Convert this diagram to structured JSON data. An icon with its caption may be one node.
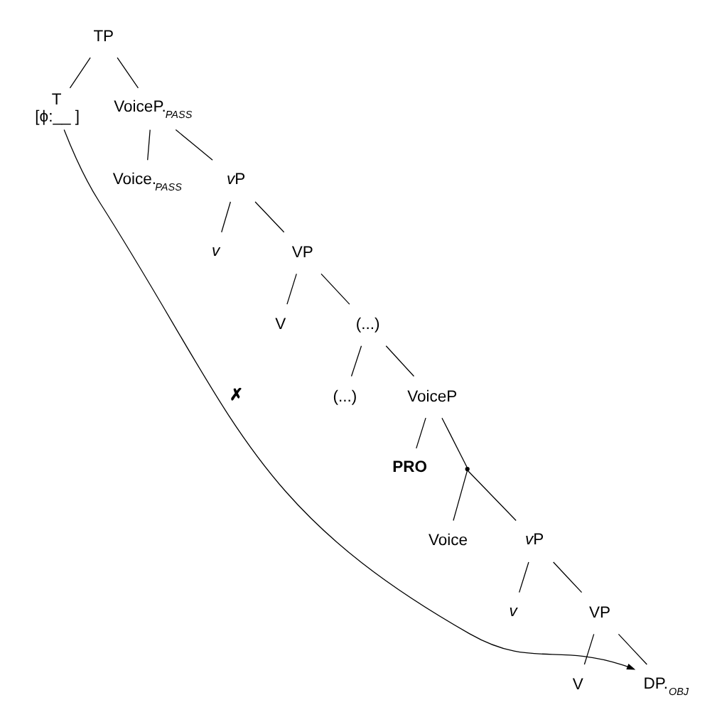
{
  "diagram": {
    "nodes": [
      {
        "text": [
          "TP"
        ]
      },
      {
        "text": [
          "T",
          "[ϕ:__ ]"
        ]
      },
      {
        "text": [
          "VoiceP.$_{PASS}$"
        ]
      },
      {
        "text": [
          "Voice.$_{PASS}$"
        ]
      },
      {
        "text": [
          "vP"
        ]
      },
      {
        "text": [
          "v"
        ]
      },
      {
        "text": [
          "VP"
        ]
      },
      {
        "text": [
          "V"
        ]
      },
      {
        "text": [
          "(...)"
        ]
      },
      {
        "text": [
          "(...)"
        ]
      },
      {
        "text": [
          "VoiceP"
        ]
      },
      {
        "text": [
          "PRO"
        ]
      },
      {
        "text": [],
        "shape": "point"
      },
      {
        "text": [
          "Voice"
        ]
      },
      {
        "text": [
          "vP"
        ]
      },
      {
        "text": [
          "v"
        ]
      },
      {
        "text": [
          "VP"
        ]
      },
      {
        "text": [
          "V"
        ]
      },
      {
        "text": [
          "DP.$_{OBJ}$"
        ]
      }
    ],
    "edges": [
      {
        "from": 0,
        "to": 1,
        "arrow": "none"
      },
      {
        "from": 0,
        "to": 2,
        "arrow": "none"
      },
      {
        "from": 2,
        "to": 3,
        "arrow": "none"
      },
      {
        "from": 2,
        "to": 4,
        "arrow": "none"
      },
      {
        "from": 4,
        "to": 5,
        "arrow": "none"
      },
      {
        "from": 4,
        "to": 6,
        "arrow": "none"
      },
      {
        "from": 6,
        "to": 7,
        "arrow": "none"
      },
      {
        "from": 6,
        "to": 8,
        "arrow": "none"
      },
      {
        "from": 8,
        "to": 9,
        "arrow": "none"
      },
      {
        "from": 8,
        "to": 10,
        "arrow": "none"
      },
      {
        "from": 10,
        "to": 11,
        "arrow": "none"
      },
      {
        "from": 10,
        "to": 12,
        "arrow": "none"
      },
      {
        "from": 12,
        "to": 13,
        "arrow": "none"
      },
      {
        "from": 12,
        "to": 14,
        "arrow": "none"
      },
      {
        "from": 14,
        "to": 15,
        "arrow": "none"
      },
      {
        "from": 14,
        "to": 16,
        "arrow": "none"
      },
      {
        "from": 16,
        "to": 17,
        "arrow": "none"
      },
      {
        "from": 16,
        "to": 18,
        "arrow": "none"
      },
      {
        "from": 1,
        "to": 18,
        "arrow": "to",
        "label": "✗"
      }
    ]
  }
}
